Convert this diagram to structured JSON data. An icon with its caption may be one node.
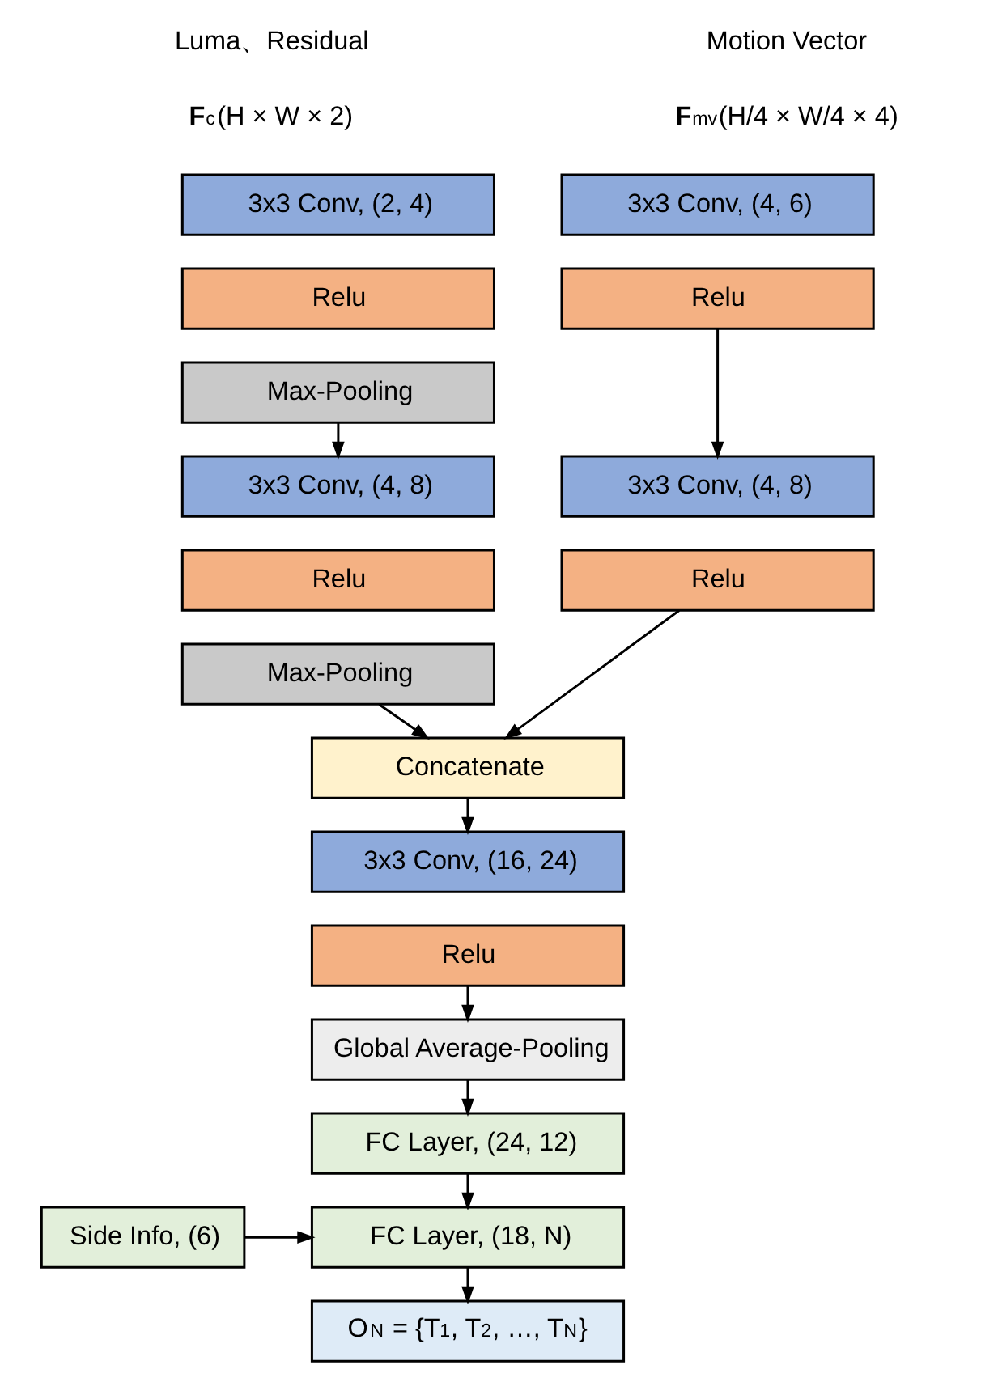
{
  "diagram": {
    "nodes": [
      {
        "text": [
          "3x3 Conv, (2, 4)"
        ]
      },
      {
        "text": [
          "Relu"
        ]
      },
      {
        "text": [
          "Max-Pooling"
        ]
      },
      {
        "text": [
          "3x3 Conv, (4, 6)"
        ]
      },
      {
        "text": [
          "Relu"
        ]
      },
      {
        "text": [
          "3x3 Conv, (4, 8)"
        ]
      },
      {
        "text": [
          "Relu"
        ]
      },
      {
        "text": [
          "Max-Pooling"
        ]
      },
      {
        "text": [
          "3x3 Conv, (4, 8)"
        ]
      },
      {
        "text": [
          "Relu"
        ]
      },
      {
        "text": [
          "Concatenate"
        ]
      },
      {
        "text": [
          "3x3 Conv, (16, 24)"
        ]
      },
      {
        "text": [
          "Relu"
        ]
      },
      {
        "text": [
          "Global Average-Pooling"
        ]
      },
      {
        "text": [
          "FC Layer, (24, 12)"
        ]
      },
      {
        "text": [
          "Side Info, (6)"
        ]
      },
      {
        "text": [
          "FC Layer, (18, N)"
        ]
      },
      {
        "text": [
          "O$_{N}$ = {T$_{1}$, T$_{2}$, …, T$_{N}$}"
        ]
      }
    ],
    "edges": [
      {
        "from": 2,
        "to": 5,
        "arrow": "to"
      },
      {
        "from": 4,
        "to": 8,
        "arrow": "to"
      },
      {
        "from": 7,
        "to": 10,
        "arrow": "to"
      },
      {
        "from": 9,
        "to": 10,
        "arrow": "to"
      },
      {
        "from": 10,
        "to": 11,
        "arrow": "to"
      },
      {
        "from": 12,
        "to": 13,
        "arrow": "to"
      },
      {
        "from": 13,
        "to": 14,
        "arrow": "to"
      },
      {
        "from": 14,
        "to": 16,
        "arrow": "to"
      },
      {
        "from": 15,
        "to": 16,
        "arrow": "to"
      },
      {
        "from": 16,
        "to": 17,
        "arrow": "to"
      }
    ],
    "labels": [
      "Luma、Residual",
      "**F**$_{c}$(H × W × 2)",
      "Motion Vector",
      "**F**$_{mv}$(H/4 × W/4 × 4)"
    ]
  }
}
